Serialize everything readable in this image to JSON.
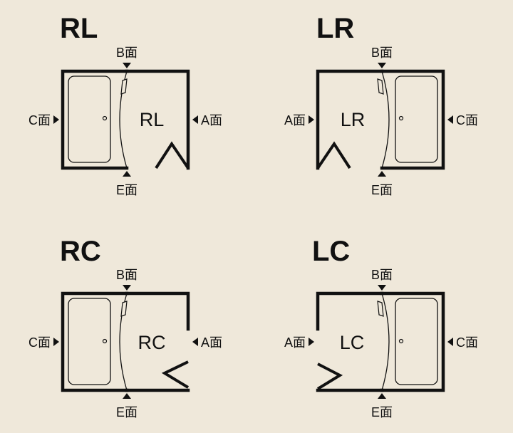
{
  "colors": {
    "background": "#efe8da",
    "ink": "#111111"
  },
  "layouts": [
    {
      "id": "RL",
      "title": "RL",
      "center_label": "RL",
      "tub_side": "left",
      "door": "vertical",
      "faces": {
        "top": "B面",
        "bottom": "E面",
        "left": "C面",
        "right": "A面"
      }
    },
    {
      "id": "LR",
      "title": "LR",
      "center_label": "LR",
      "tub_side": "right",
      "door": "vertical",
      "faces": {
        "top": "B面",
        "bottom": "E面",
        "left": "A面",
        "right": "C面"
      }
    },
    {
      "id": "RC",
      "title": "RC",
      "center_label": "RC",
      "tub_side": "left",
      "door": "horizontal",
      "faces": {
        "top": "B面",
        "bottom": "E面",
        "left": "C面",
        "right": "A面"
      }
    },
    {
      "id": "LC",
      "title": "LC",
      "center_label": "LC",
      "tub_side": "right",
      "door": "horizontal",
      "faces": {
        "top": "B面",
        "bottom": "E面",
        "left": "A面",
        "right": "C面"
      }
    }
  ]
}
